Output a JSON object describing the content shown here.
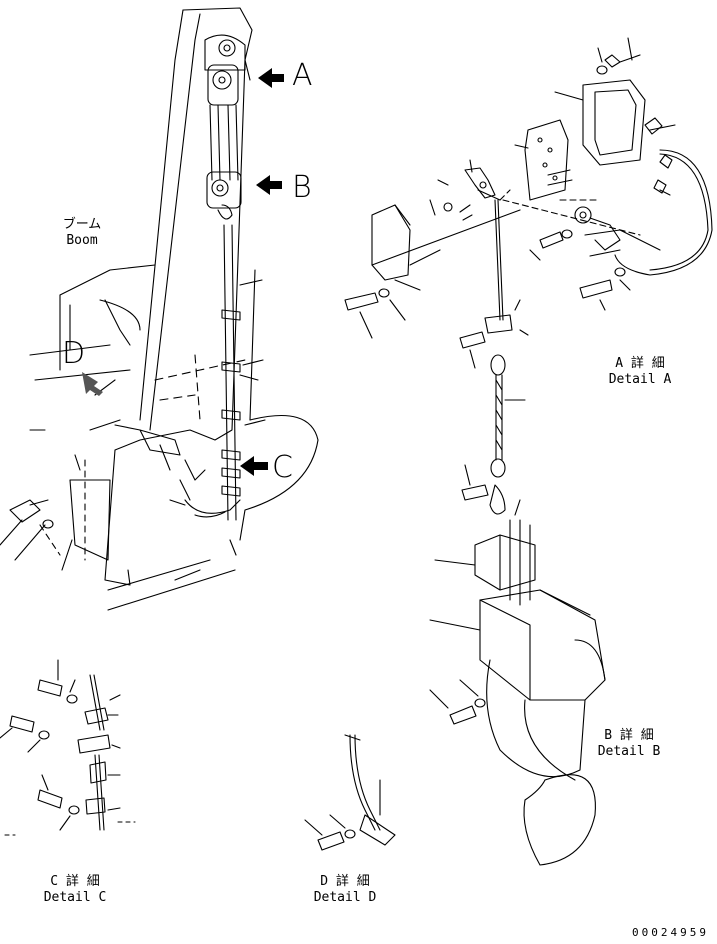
{
  "boom_label": {
    "jp": "ブーム",
    "en": "Boom"
  },
  "view_markers": [
    "A",
    "B",
    "C",
    "D"
  ],
  "details": {
    "a": {
      "jp": "A 詳 細",
      "en": "Detail A"
    },
    "b": {
      "jp": "B 詳 細",
      "en": "Detail B"
    },
    "c": {
      "jp": "C 詳 細",
      "en": "Detail C"
    },
    "d": {
      "jp": "D 詳 細",
      "en": "Detail D"
    }
  },
  "drawing_number": "00024959"
}
